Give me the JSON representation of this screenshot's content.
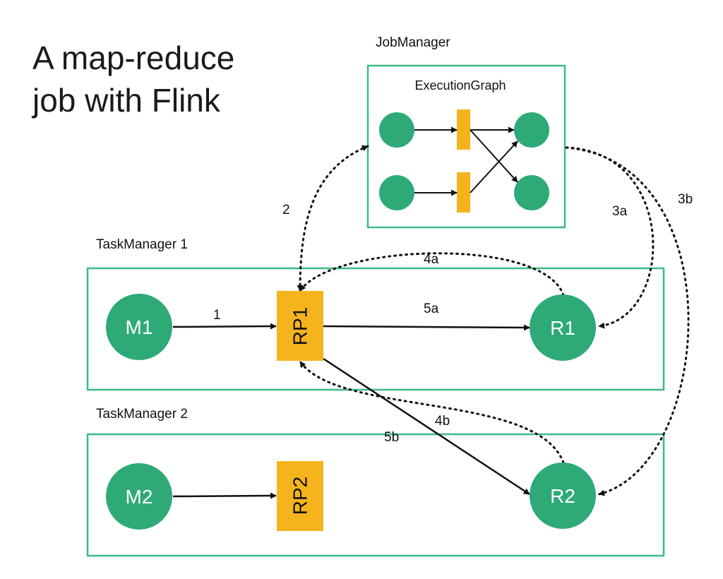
{
  "title": {
    "line1": "A map-reduce",
    "line2": "job with Flink"
  },
  "job_manager": {
    "label": "JobManager",
    "graph_label": "ExecutionGraph"
  },
  "task_managers": [
    {
      "label": "TaskManager 1"
    },
    {
      "label": "TaskManager 2"
    }
  ],
  "nodes": {
    "m1": "M1",
    "m2": "M2",
    "r1": "R1",
    "r2": "R2",
    "rp1": "RP1",
    "rp2": "RP2"
  },
  "edge_labels": {
    "e1": "1",
    "e2": "2",
    "e3a": "3a",
    "e3b": "3b",
    "e4a": "4a",
    "e4b": "4b",
    "e5a": "5a",
    "e5b": "5b"
  },
  "colors": {
    "box_border": "#3cba87",
    "node_fill": "#2eaa77",
    "partition_fill": "#f5b41d",
    "arrow": "#111111"
  }
}
